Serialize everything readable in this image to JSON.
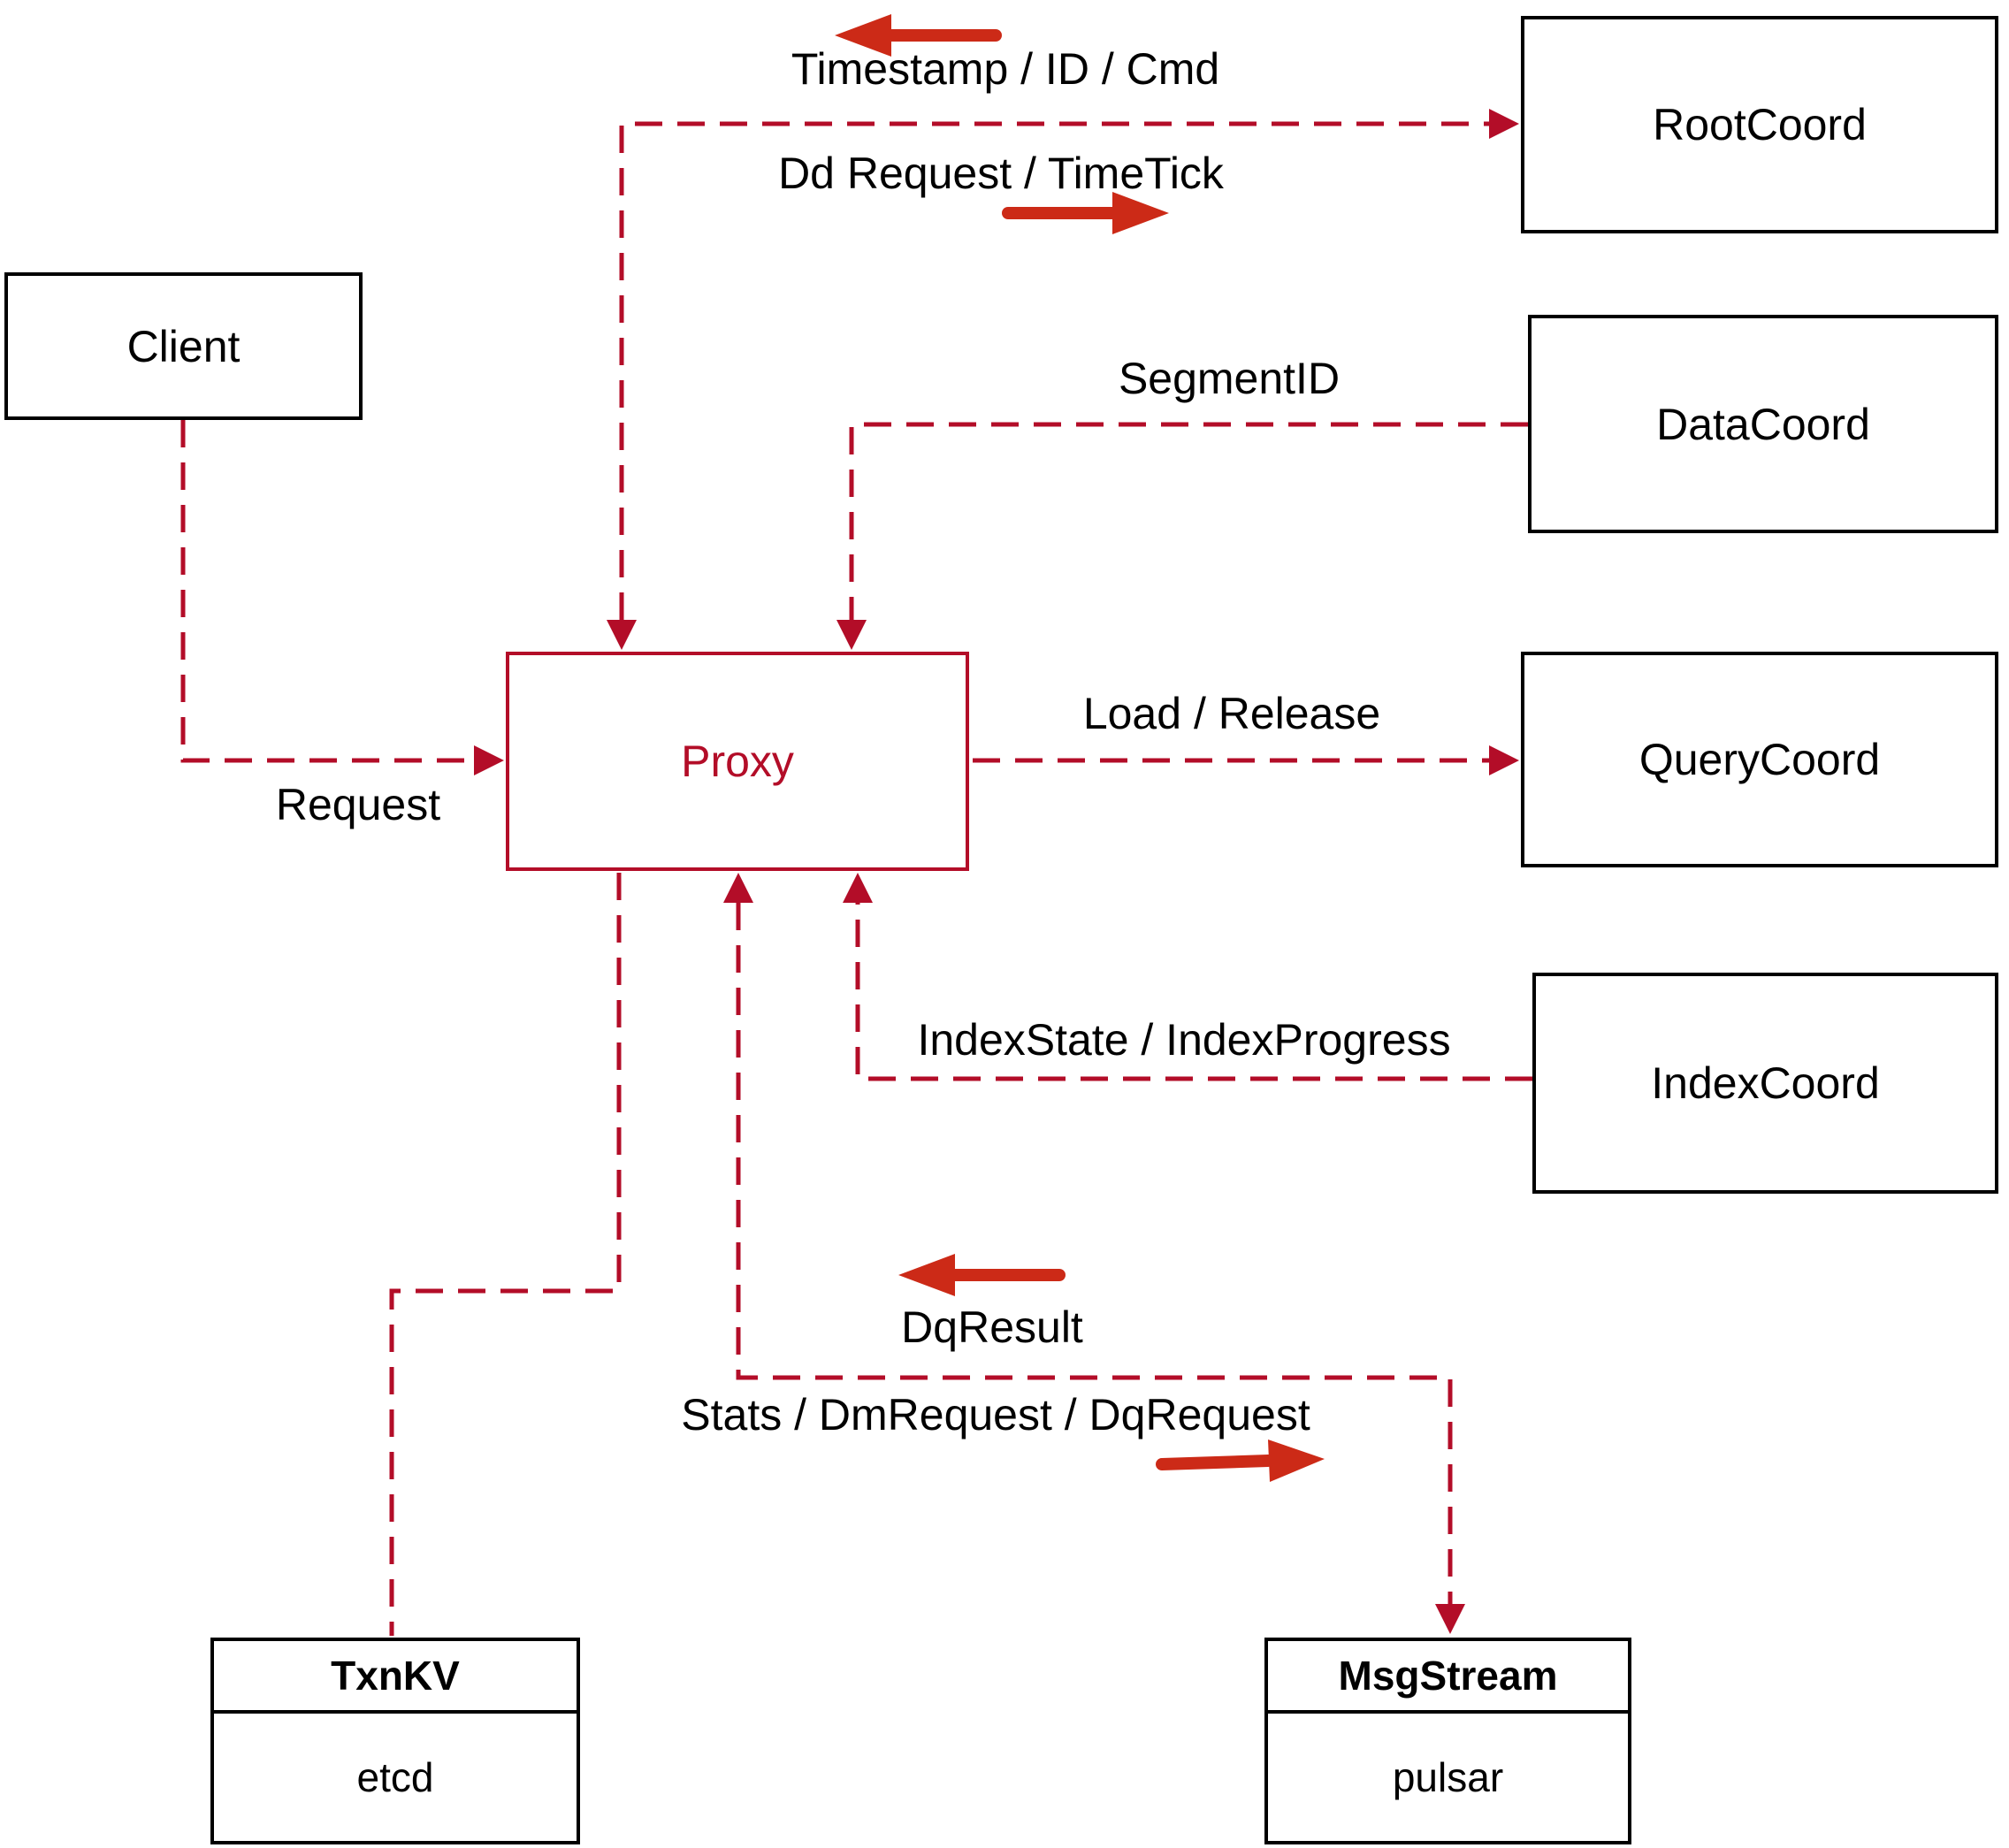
{
  "diagram": {
    "nodes": {
      "client": {
        "label": "Client"
      },
      "root_coord": {
        "label": "RootCoord"
      },
      "data_coord": {
        "label": "DataCoord"
      },
      "query_coord": {
        "label": "QueryCoord"
      },
      "index_coord": {
        "label": "IndexCoord"
      },
      "proxy": {
        "label": "Proxy"
      },
      "txn_kv": {
        "title": "TxnKV",
        "impl": "etcd"
      },
      "msg_stream": {
        "title": "MsgStream",
        "impl": "pulsar"
      }
    },
    "edge_labels": {
      "timestamp_id_cmd": "Timestamp / ID / Cmd",
      "dd_request_timetick": "Dd Request / TimeTick",
      "segment_id": "SegmentID",
      "load_release": "Load / Release",
      "index_state_progress": "IndexState / IndexProgress",
      "request": "Request",
      "dq_result": "DqResult",
      "stats_dm_dq": "Stats / DmRequest / DqRequest"
    },
    "colors": {
      "line": "#b30d28",
      "arrow": "#cc2a17",
      "box_border": "#000000",
      "text": "#000000",
      "background": "#ffffff"
    }
  }
}
